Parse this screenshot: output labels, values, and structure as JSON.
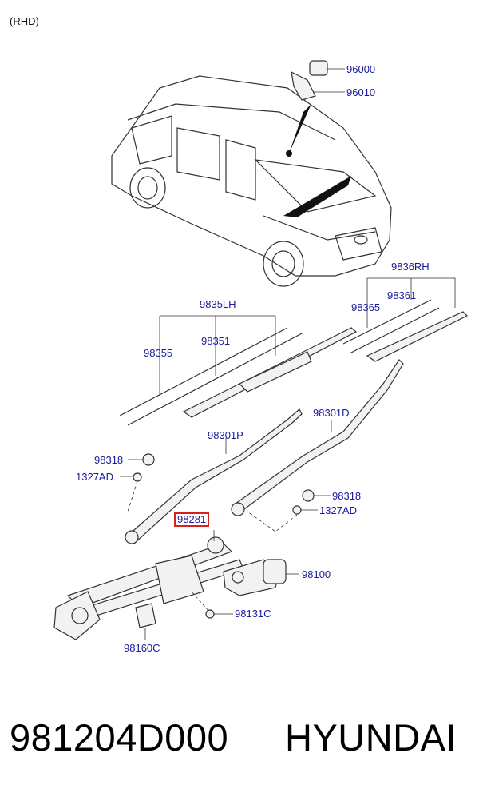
{
  "diagram": {
    "variant_note": "(RHD)",
    "labels": {
      "p96000": "96000",
      "p96010": "96010",
      "p9836RH": "9836RH",
      "p98361": "98361",
      "p98365": "98365",
      "p9835LH": "9835LH",
      "p98351": "98351",
      "p98355": "98355",
      "p98301D": "98301D",
      "p98301P": "98301P",
      "p98318_left": "98318",
      "p1327AD_left": "1327AD",
      "p98318_right": "98318",
      "p1327AD_right": "1327AD",
      "p98281": "98281",
      "p98100": "98100",
      "p98131C": "98131C",
      "p98160C": "98160C"
    },
    "highlight_color": "#d61f1f",
    "label_color": "#1a1a9c"
  },
  "footer": {
    "part_number": "981204D000",
    "brand": "HYUNDAI"
  }
}
